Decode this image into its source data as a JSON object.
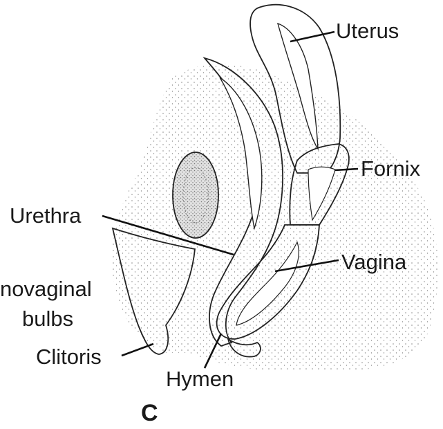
{
  "labels": {
    "uterus": "Uterus",
    "fornix": "Fornix",
    "urethra": "Urethra",
    "vagina": "Vagina",
    "bulbs_line1": "novaginal",
    "bulbs_line2": "bulbs",
    "clitoris": "Clitoris",
    "hymen": "Hymen",
    "panel": "C"
  },
  "colors": {
    "uterus": "#d2503f",
    "fornix": "#e0705a",
    "vagina": "#e8d21f",
    "tissue": "#d9d9d9",
    "outline": "#222222"
  }
}
